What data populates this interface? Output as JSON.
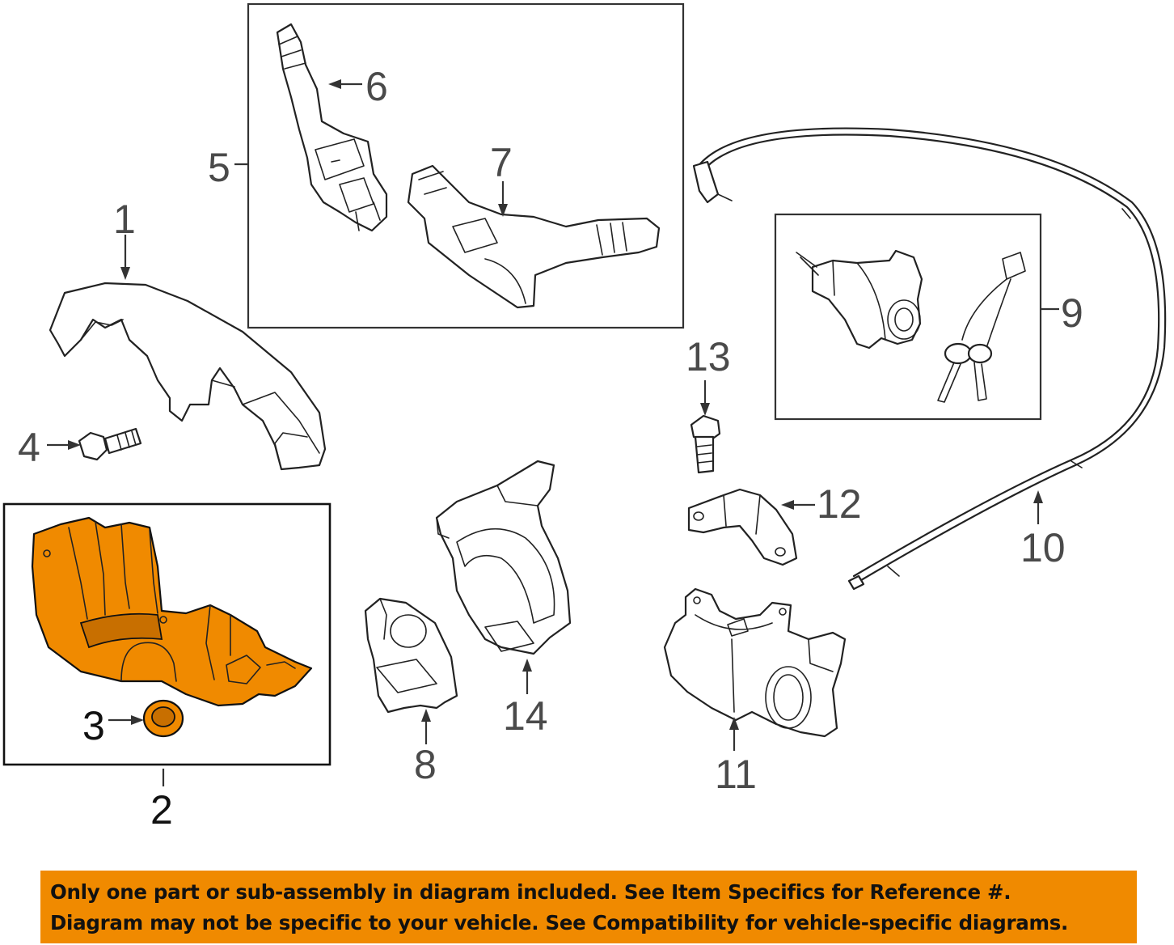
{
  "callouts": {
    "c1": "1",
    "c2": "2",
    "c3": "3",
    "c4": "4",
    "c5": "5",
    "c6": "6",
    "c7": "7",
    "c8": "8",
    "c9": "9",
    "c10": "10",
    "c11": "11",
    "c12": "12",
    "c13": "13",
    "c14": "14"
  },
  "highlighted_part": "2",
  "colors": {
    "highlight": "#f08a00",
    "line": "#222222",
    "banner": "#f08a00"
  },
  "disclaimer": {
    "line1": "Only one part or sub-assembly in diagram included. See Item Specifics for Reference #.",
    "line2": "Diagram may not be specific to your vehicle. See Compatibility for vehicle-specific diagrams."
  }
}
